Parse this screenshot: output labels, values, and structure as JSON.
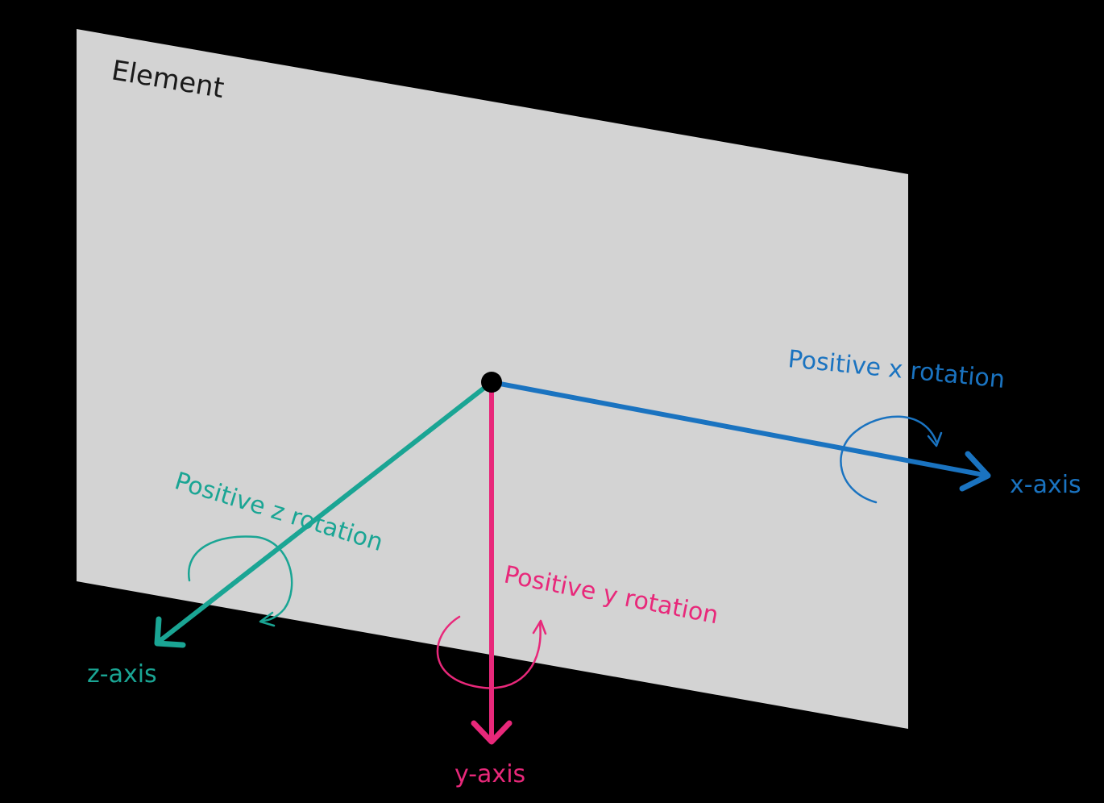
{
  "element_label": "Element",
  "axes": {
    "x": {
      "axis_label": "x-axis",
      "rotation_label": "Positive x rotation"
    },
    "y": {
      "axis_label": "y-axis",
      "rotation_label": "Positive y rotation"
    },
    "z": {
      "axis_label": "z-axis",
      "rotation_label": "Positive z rotation"
    }
  },
  "colors": {
    "background": "#000000",
    "plane": "#d3d3d3",
    "x_axis": "#1a73c0",
    "y_axis": "#e8287a",
    "z_axis": "#1aa594",
    "origin": "#000000",
    "element_text": "#1a1a1a"
  }
}
